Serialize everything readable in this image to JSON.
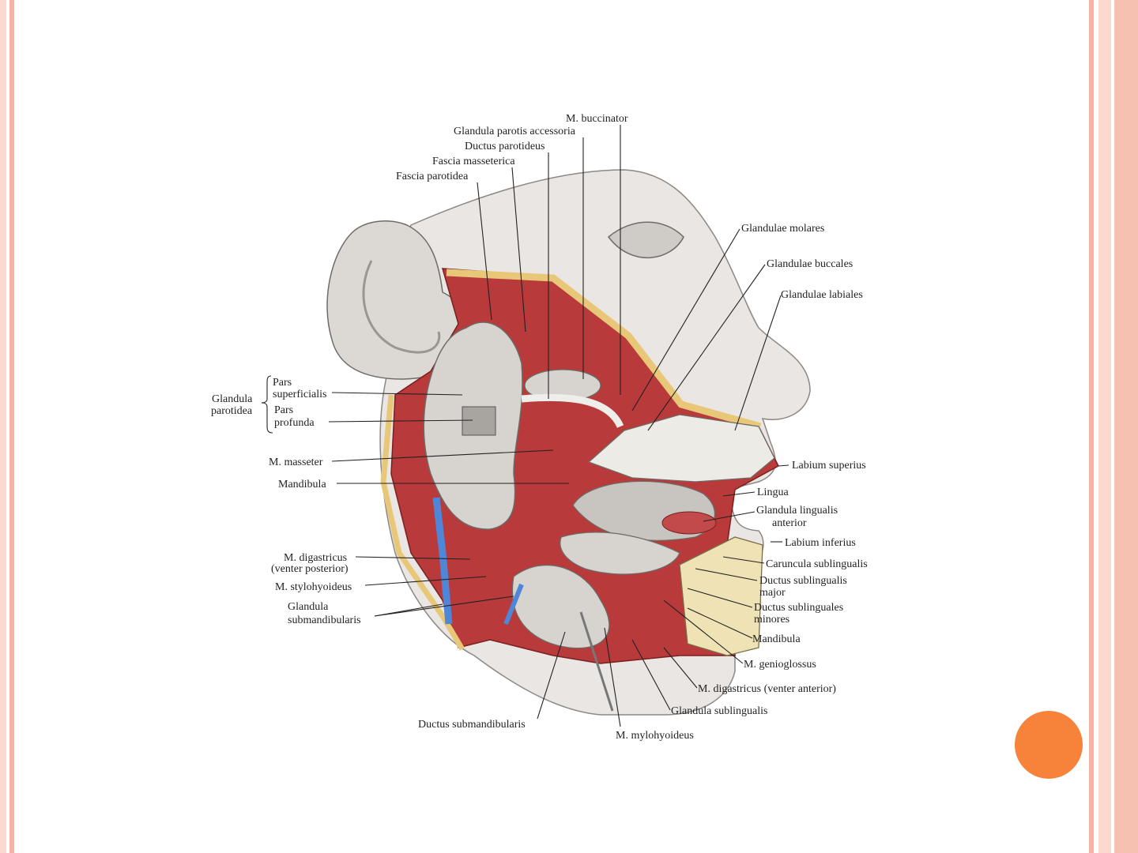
{
  "colors": {
    "accent_dot": "#f7833b",
    "stripe_light": "#fbd9cf",
    "stripe_mid": "#f6b3a3",
    "label_text": "#222222",
    "skin": "#e9e6e3",
    "muscle": "#b83a3a",
    "gland": "#d7d4cf",
    "fat": "#e8c878",
    "vein": "#4f86d8"
  },
  "labels": {
    "m_buccinator": "M. buccinator",
    "glandula_parotis_accessoria": "Glandula parotis accessoria",
    "ductus_parotideus": "Ductus parotideus",
    "fascia_masseterica": "Fascia masseterica",
    "fascia_parotidea": "Fascia parotidea",
    "glandulae_molares": "Glandulae molares",
    "glandulae_buccales": "Glandulae buccales",
    "glandulae_labiales": "Glandulae labiales",
    "glandula_parotidea_1": "Glandula",
    "glandula_parotidea_2": "parotidea",
    "pars_superficialis_1": "Pars",
    "pars_superficialis_2": "superficialis",
    "pars_profunda_1": "Pars",
    "pars_profunda_2": "profunda",
    "m_masseter": "M. masseter",
    "mandibula_left": "Mandibula",
    "labium_superius": "Labium superius",
    "lingua": "Lingua",
    "glandula_lingualis_1": "Glandula lingualis",
    "glandula_lingualis_2": "anterior",
    "labium_inferius": "Labium inferius",
    "caruncula_sublingualis": "Caruncula sublingualis",
    "ductus_sublingualis_major_1": "Ductus sublingualis",
    "ductus_sublingualis_major_2": "major",
    "ductus_sublinguales_minores_1": "Ductus sublinguales",
    "ductus_sublinguales_minores_2": "minores",
    "mandibula_right": "Mandibula",
    "m_genioglossus": "M. genioglossus",
    "m_digastricus_anterior": "M. digastricus (venter anterior)",
    "glandula_sublingualis": "Glandula sublingualis",
    "m_mylohyoideus": "M. mylohyoideus",
    "ductus_submandibularis": "Ductus submandibularis",
    "m_digastricus_posterior_1": "M. digastricus",
    "m_digastricus_posterior_2": "(venter posterior)",
    "m_stylohyoideus": "M. stylohyoideus",
    "glandula_submandibularis_1": "Glandula",
    "glandula_submandibularis_2": "submandibularis"
  }
}
